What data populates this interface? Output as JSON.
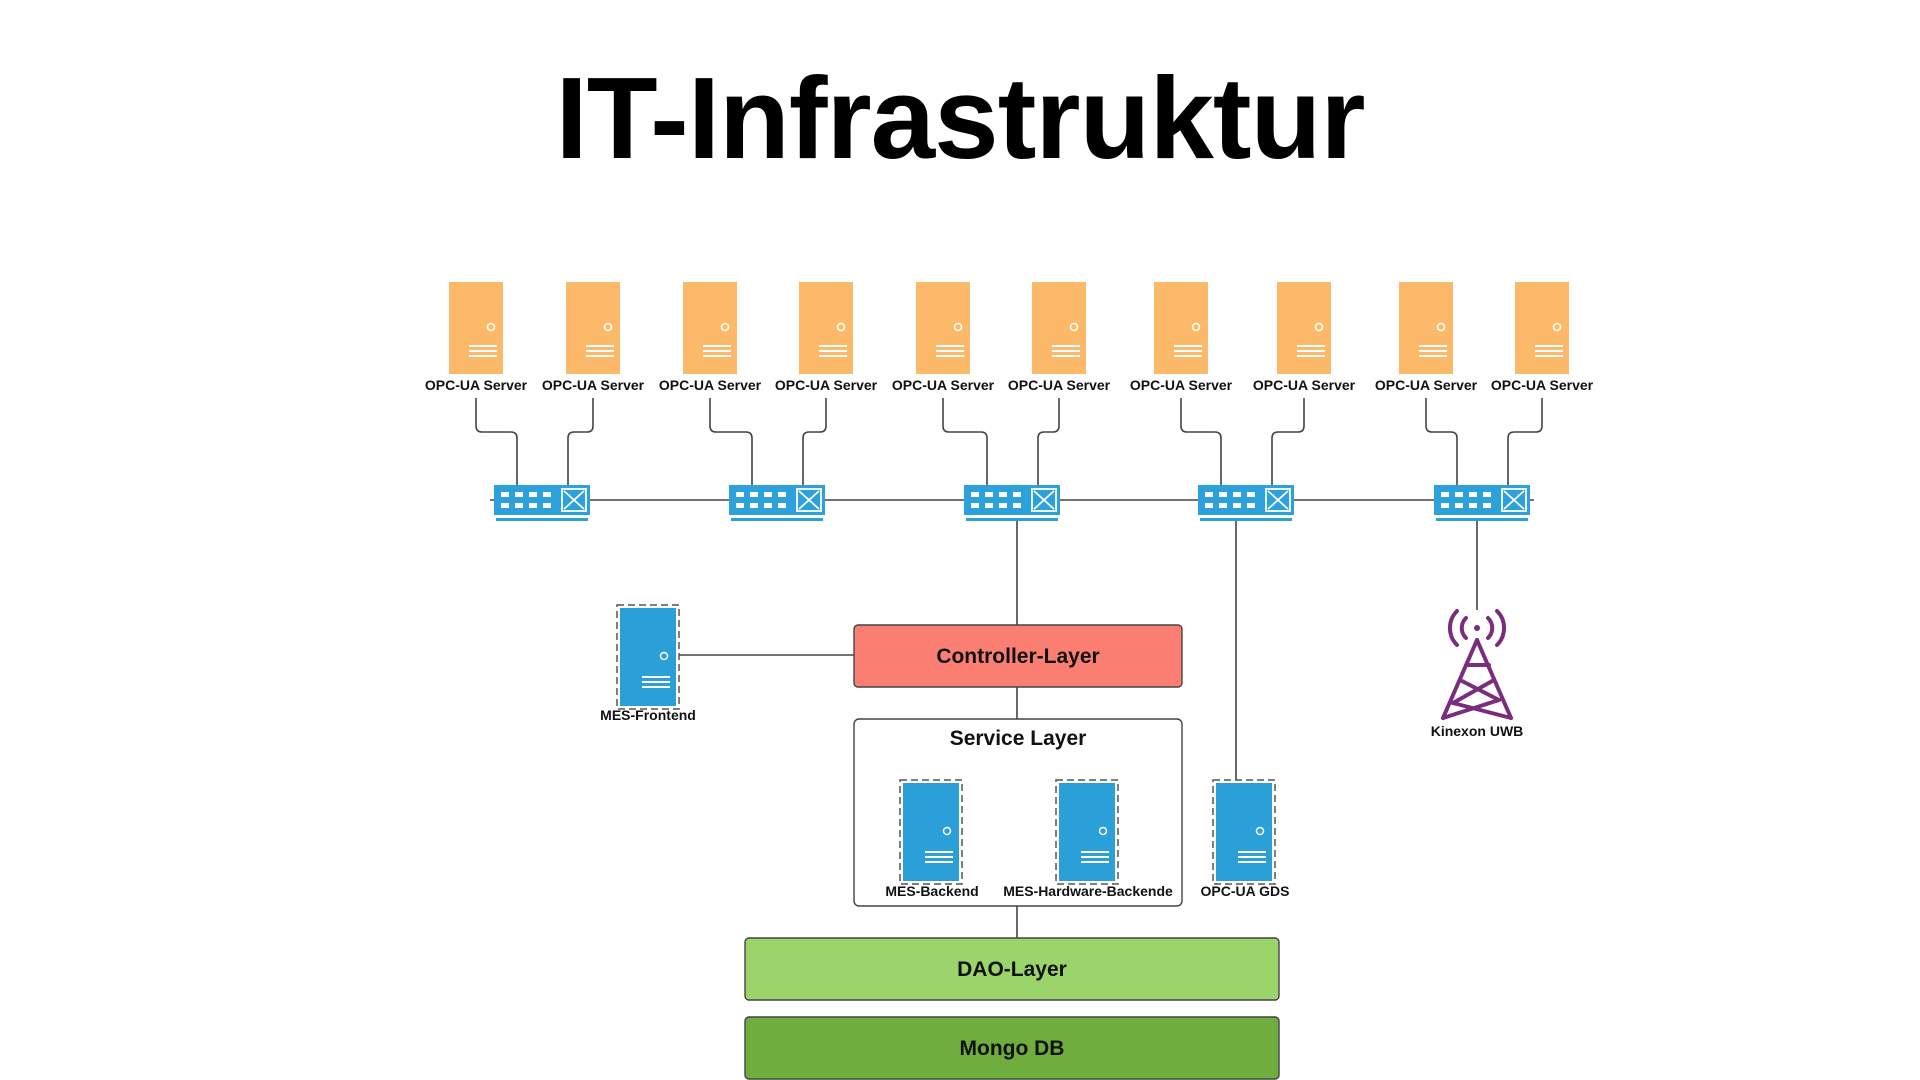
{
  "title": "IT-Infrastruktur",
  "servers": [
    {
      "label": "OPC-UA Server"
    },
    {
      "label": "OPC-UA Server"
    },
    {
      "label": "OPC-UA Server"
    },
    {
      "label": "OPC-UA Server"
    },
    {
      "label": "OPC-UA Server"
    },
    {
      "label": "OPC-UA Server"
    },
    {
      "label": "OPC-UA Server"
    },
    {
      "label": "OPC-UA Server"
    },
    {
      "label": "OPC-UA Server"
    },
    {
      "label": "OPC-UA Server"
    }
  ],
  "switch_count": 5,
  "nodes": {
    "mes_frontend": "MES-Frontend",
    "mes_backend": "MES-Backend",
    "mes_hardware_backend": "MES-Hardware-Backende",
    "opcua_gds": "OPC-UA GDS",
    "kinexon": "Kinexon UWB"
  },
  "layers": {
    "controller": "Controller-Layer",
    "service": "Service Layer",
    "dao": "DAO-Layer",
    "mongo": "Mongo DB"
  },
  "colors": {
    "server_orange": "#fdb96a",
    "switch_blue": "#2ca1dc",
    "blue_server": "#2a9fd8",
    "controller": "#fa7f72",
    "dao": "#9ad46a",
    "mongo": "#6fad3f",
    "antenna": "#7a2d7c"
  },
  "icons": [
    "orange-server-icon",
    "network-switch-icon",
    "blue-server-icon",
    "antenna-tower-icon"
  ]
}
